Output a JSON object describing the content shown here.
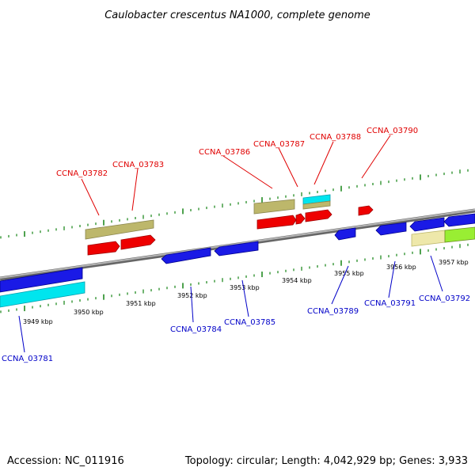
{
  "title": "Caulobacter crescentus NA1000, complete genome",
  "footer": {
    "accession": "Accession: NC_011916",
    "summary": "Topology: circular; Length: 4,042,929 bp; Genes: 3,933"
  },
  "colors": {
    "axis": "#888888",
    "tick": "#228b22",
    "forward_label": "#e00000",
    "reverse_label": "#0000c8",
    "forward_gene": "#ee0000",
    "reverse_gene": "#1a1ae6",
    "cyan_gene": "#00e5ee",
    "tan_gene": "#bdb76b",
    "pale_gene": "#eee8aa",
    "lime_gene": "#99ee33"
  },
  "scale": {
    "unit": "kbp",
    "ticks": [
      "3949 kbp",
      "3950 kbp",
      "3951 kbp",
      "3952 kbp",
      "3953 kbp",
      "3954 kbp",
      "3955 kbp",
      "3956 kbp",
      "3957 kbp"
    ]
  },
  "forward_genes": [
    "CCNA_03782",
    "CCNA_03783",
    "CCNA_03786",
    "CCNA_03787",
    "CCNA_03788",
    "CCNA_03790"
  ],
  "reverse_genes": [
    "CCNA_03781",
    "CCNA_03784",
    "CCNA_03785",
    "CCNA_03789",
    "CCNA_03791",
    "CCNA_03792"
  ]
}
